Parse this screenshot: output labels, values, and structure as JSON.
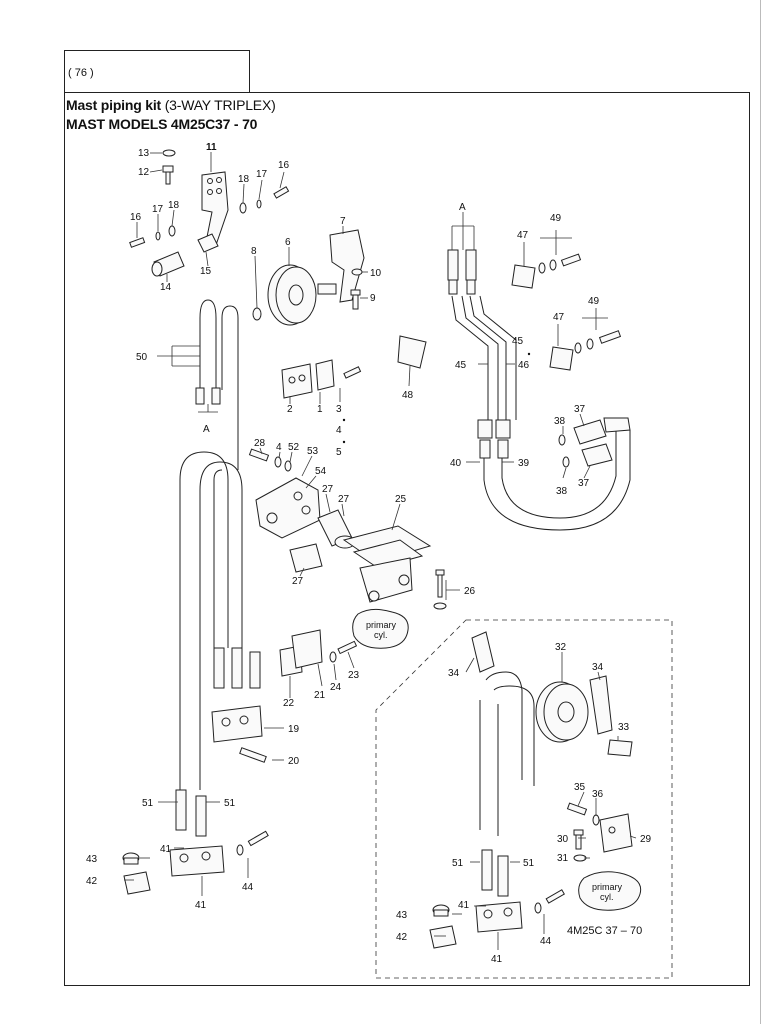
{
  "page": {
    "number": "( 76 )",
    "title_bold": "Mast piping kit",
    "title_rest": " (3-WAY TRIPLEX)",
    "subtitle": "MAST MODELS 4M25C37 - 70"
  },
  "diagram": {
    "labels": [
      {
        "id": "13",
        "text": "13"
      },
      {
        "id": "11",
        "text": "11"
      },
      {
        "id": "12",
        "text": "12"
      },
      {
        "id": "18a",
        "text": "18"
      },
      {
        "id": "17a",
        "text": "17"
      },
      {
        "id": "16a",
        "text": "16"
      },
      {
        "id": "16b",
        "text": "16"
      },
      {
        "id": "17b",
        "text": "17"
      },
      {
        "id": "18b",
        "text": "18"
      },
      {
        "id": "14",
        "text": "14"
      },
      {
        "id": "15",
        "text": "15"
      },
      {
        "id": "8",
        "text": "8"
      },
      {
        "id": "6",
        "text": "6"
      },
      {
        "id": "7",
        "text": "7"
      },
      {
        "id": "10",
        "text": "10"
      },
      {
        "id": "9",
        "text": "9"
      },
      {
        "id": "A1",
        "text": "A"
      },
      {
        "id": "49a",
        "text": "49"
      },
      {
        "id": "47a",
        "text": "47"
      },
      {
        "id": "49b",
        "text": "49"
      },
      {
        "id": "47b",
        "text": "47"
      },
      {
        "id": "45a",
        "text": "45"
      },
      {
        "id": "45b",
        "text": "45"
      },
      {
        "id": "46",
        "text": "46"
      },
      {
        "id": "48",
        "text": "48"
      },
      {
        "id": "50",
        "text": "50"
      },
      {
        "id": "2",
        "text": "2"
      },
      {
        "id": "1",
        "text": "1"
      },
      {
        "id": "3",
        "text": "3"
      },
      {
        "id": "4a",
        "text": "4"
      },
      {
        "id": "5",
        "text": "5"
      },
      {
        "id": "A2",
        "text": "A"
      },
      {
        "id": "38a",
        "text": "38"
      },
      {
        "id": "37a",
        "text": "37"
      },
      {
        "id": "28",
        "text": "28"
      },
      {
        "id": "4b",
        "text": "4"
      },
      {
        "id": "52",
        "text": "52"
      },
      {
        "id": "53",
        "text": "53"
      },
      {
        "id": "40",
        "text": "40"
      },
      {
        "id": "39",
        "text": "39"
      },
      {
        "id": "38b",
        "text": "38"
      },
      {
        "id": "37b",
        "text": "37"
      },
      {
        "id": "54",
        "text": "54"
      },
      {
        "id": "27a",
        "text": "27"
      },
      {
        "id": "27b",
        "text": "27"
      },
      {
        "id": "25",
        "text": "25"
      },
      {
        "id": "27c",
        "text": "27"
      },
      {
        "id": "26",
        "text": "26"
      },
      {
        "id": "primary1",
        "text": "primary"
      },
      {
        "id": "cyl1",
        "text": "cyl."
      },
      {
        "id": "23",
        "text": "23"
      },
      {
        "id": "24",
        "text": "24"
      },
      {
        "id": "21",
        "text": "21"
      },
      {
        "id": "22",
        "text": "22"
      },
      {
        "id": "19",
        "text": "19"
      },
      {
        "id": "20",
        "text": "20"
      },
      {
        "id": "32",
        "text": "32"
      },
      {
        "id": "34a",
        "text": "34"
      },
      {
        "id": "34b",
        "text": "34"
      },
      {
        "id": "33",
        "text": "33"
      },
      {
        "id": "35",
        "text": "35"
      },
      {
        "id": "36",
        "text": "36"
      },
      {
        "id": "30",
        "text": "30"
      },
      {
        "id": "29",
        "text": "29"
      },
      {
        "id": "31",
        "text": "31"
      },
      {
        "id": "51a",
        "text": "51"
      },
      {
        "id": "51b",
        "text": "51"
      },
      {
        "id": "43a",
        "text": "43"
      },
      {
        "id": "41a",
        "text": "41"
      },
      {
        "id": "42a",
        "text": "42"
      },
      {
        "id": "44a",
        "text": "44"
      },
      {
        "id": "41b",
        "text": "41"
      },
      {
        "id": "51c",
        "text": "51"
      },
      {
        "id": "51d",
        "text": "51"
      },
      {
        "id": "primary2",
        "text": "primary"
      },
      {
        "id": "cyl2",
        "text": "cyl."
      },
      {
        "id": "43b",
        "text": "43"
      },
      {
        "id": "41c",
        "text": "41"
      },
      {
        "id": "42b",
        "text": "42"
      },
      {
        "id": "44b",
        "text": "44"
      },
      {
        "id": "model",
        "text": "4M25C 37 – 70"
      },
      {
        "id": "41d",
        "text": "41"
      }
    ]
  }
}
